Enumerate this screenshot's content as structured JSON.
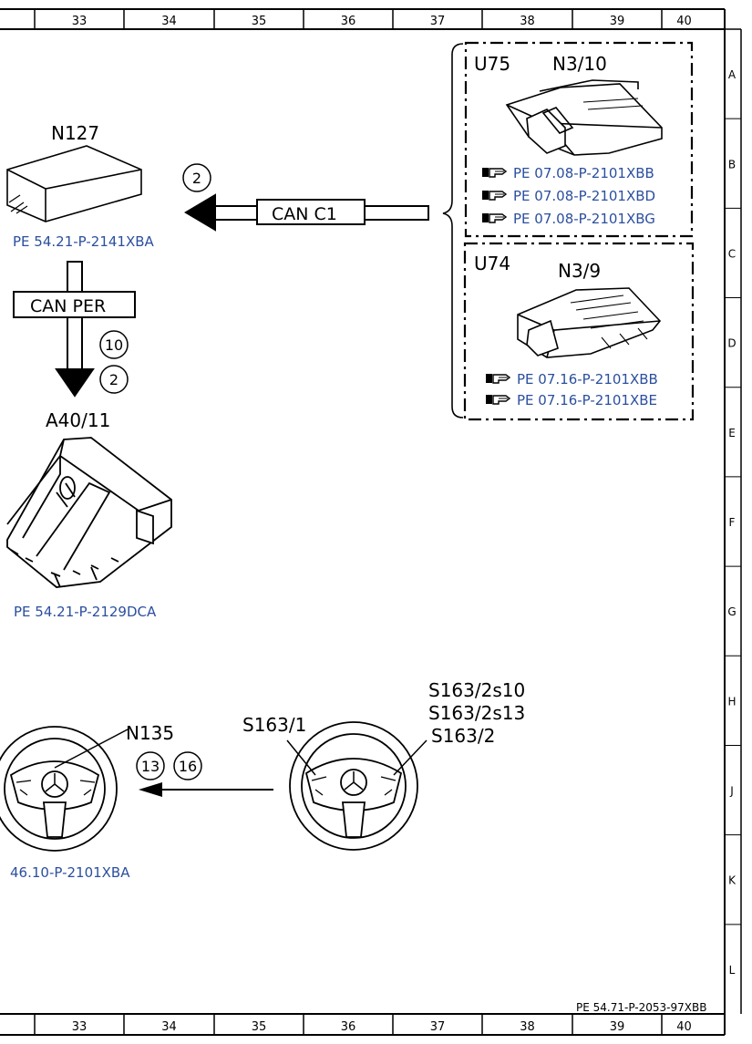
{
  "columns": [
    "33",
    "34",
    "35",
    "36",
    "37",
    "38",
    "39",
    "40"
  ],
  "rows": [
    "A",
    "B",
    "C",
    "D",
    "E",
    "F",
    "G",
    "H",
    "J",
    "K",
    "L"
  ],
  "document_ref": "PE 54.71-P-2053-97XBB",
  "colors": {
    "link": "#2b4f9e",
    "line": "#000000"
  },
  "n127": {
    "label": "N127",
    "ref": "PE 54.21-P-2141XBA"
  },
  "can_c1": {
    "label": "CAN C1",
    "circle": "2"
  },
  "can_per": {
    "label": "CAN PER",
    "circles": [
      "10",
      "2"
    ]
  },
  "a40_11": {
    "label": "A40/11",
    "ref": "PE 54.21-P-2129DCA"
  },
  "u75": {
    "label": "U75",
    "module": "N3/10",
    "refs": [
      "PE 07.08-P-2101XBB",
      "PE 07.08-P-2101XBD",
      "PE 07.08-P-2101XBG"
    ]
  },
  "u74": {
    "label": "U74",
    "module": "N3/9",
    "refs": [
      "PE 07.16-P-2101XBB",
      "PE 07.16-P-2101XBE"
    ]
  },
  "n135": {
    "label": "N135",
    "circles": [
      "13",
      "16"
    ],
    "ref": "46.10-P-2101XBA"
  },
  "s163": {
    "left": "S163/1",
    "right": [
      "S163/2s10",
      "S163/2s13",
      "S163/2"
    ]
  },
  "icons": {
    "manual_ref": "pointing-hand-book-icon"
  }
}
